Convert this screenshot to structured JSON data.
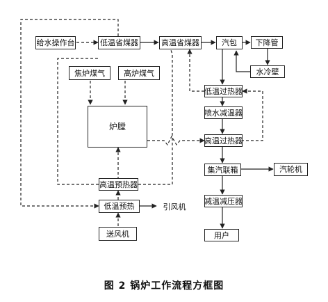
{
  "diagram": {
    "caption": "图 2    锅炉工作流程方框图",
    "nodes": {
      "feedwater_console": "给水操作台",
      "low_temp_economizer": "低温省煤器",
      "high_temp_economizer": "高温省煤器",
      "steam_drum": "汽包",
      "downcomer": "下降管",
      "water_wall": "水冷壁",
      "coke_oven_gas": "焦炉煤气",
      "blast_furnace_gas": "高炉煤气",
      "furnace": "炉膛",
      "low_temp_superheater": "低温过热器",
      "spray_attemperator": "喷水减温器",
      "high_temp_superheater": "高温过热器",
      "steam_header": "集汽联箱",
      "steam_turbine": "汽轮机",
      "pressure_reducer": "减温减压器",
      "user": "用户",
      "high_temp_air_preheater": "高温预热器",
      "low_temp_air_preheater": "低温预热",
      "induced_draft_fan": "引风机",
      "forced_draft_fan": "送风机"
    }
  }
}
